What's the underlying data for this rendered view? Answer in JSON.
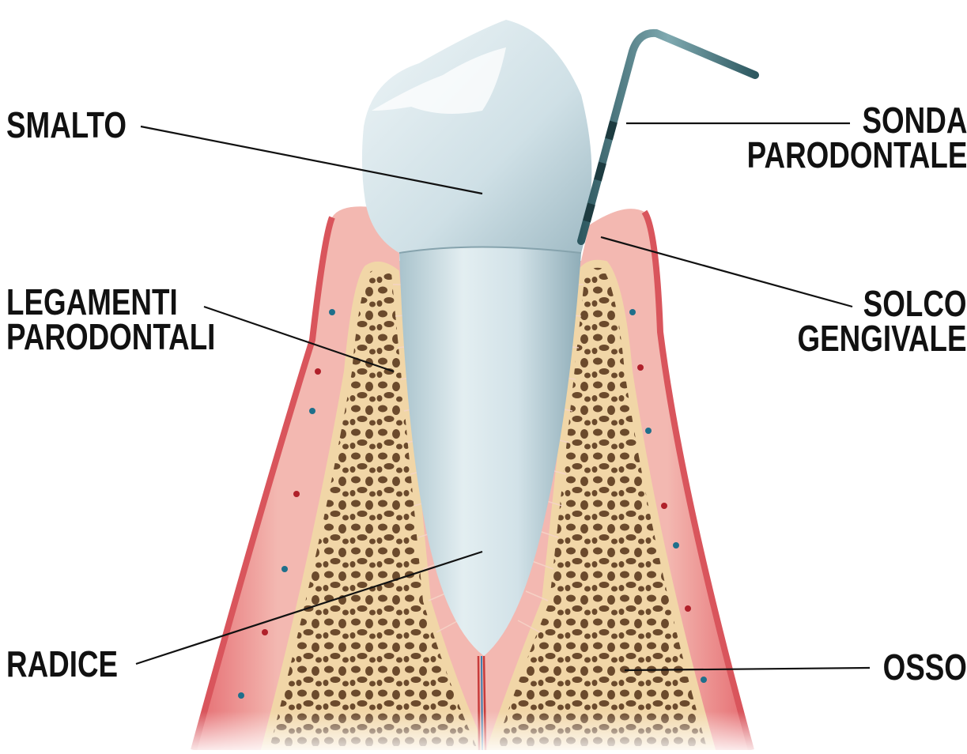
{
  "labels": {
    "smalto": [
      "SMALTO"
    ],
    "sonda": [
      "SONDA",
      "PARODONTALE"
    ],
    "legamenti": [
      "LEGAMENTI",
      "PARODONTALI"
    ],
    "solco": [
      "SOLCO",
      "GENGIVALE"
    ],
    "radice": [
      "RADICE"
    ],
    "osso": [
      "OSSO"
    ]
  },
  "colors": {
    "gum": "#e6787b",
    "gum_light": "#f2b7b0",
    "bone": "#f1d6a7",
    "bone_pore": "#6b4a2c",
    "tooth": "#cfe0e6",
    "tooth_shade": "#9bb8c3",
    "probe": "#3a6a72",
    "leader": "#111111",
    "text": "#111111"
  }
}
